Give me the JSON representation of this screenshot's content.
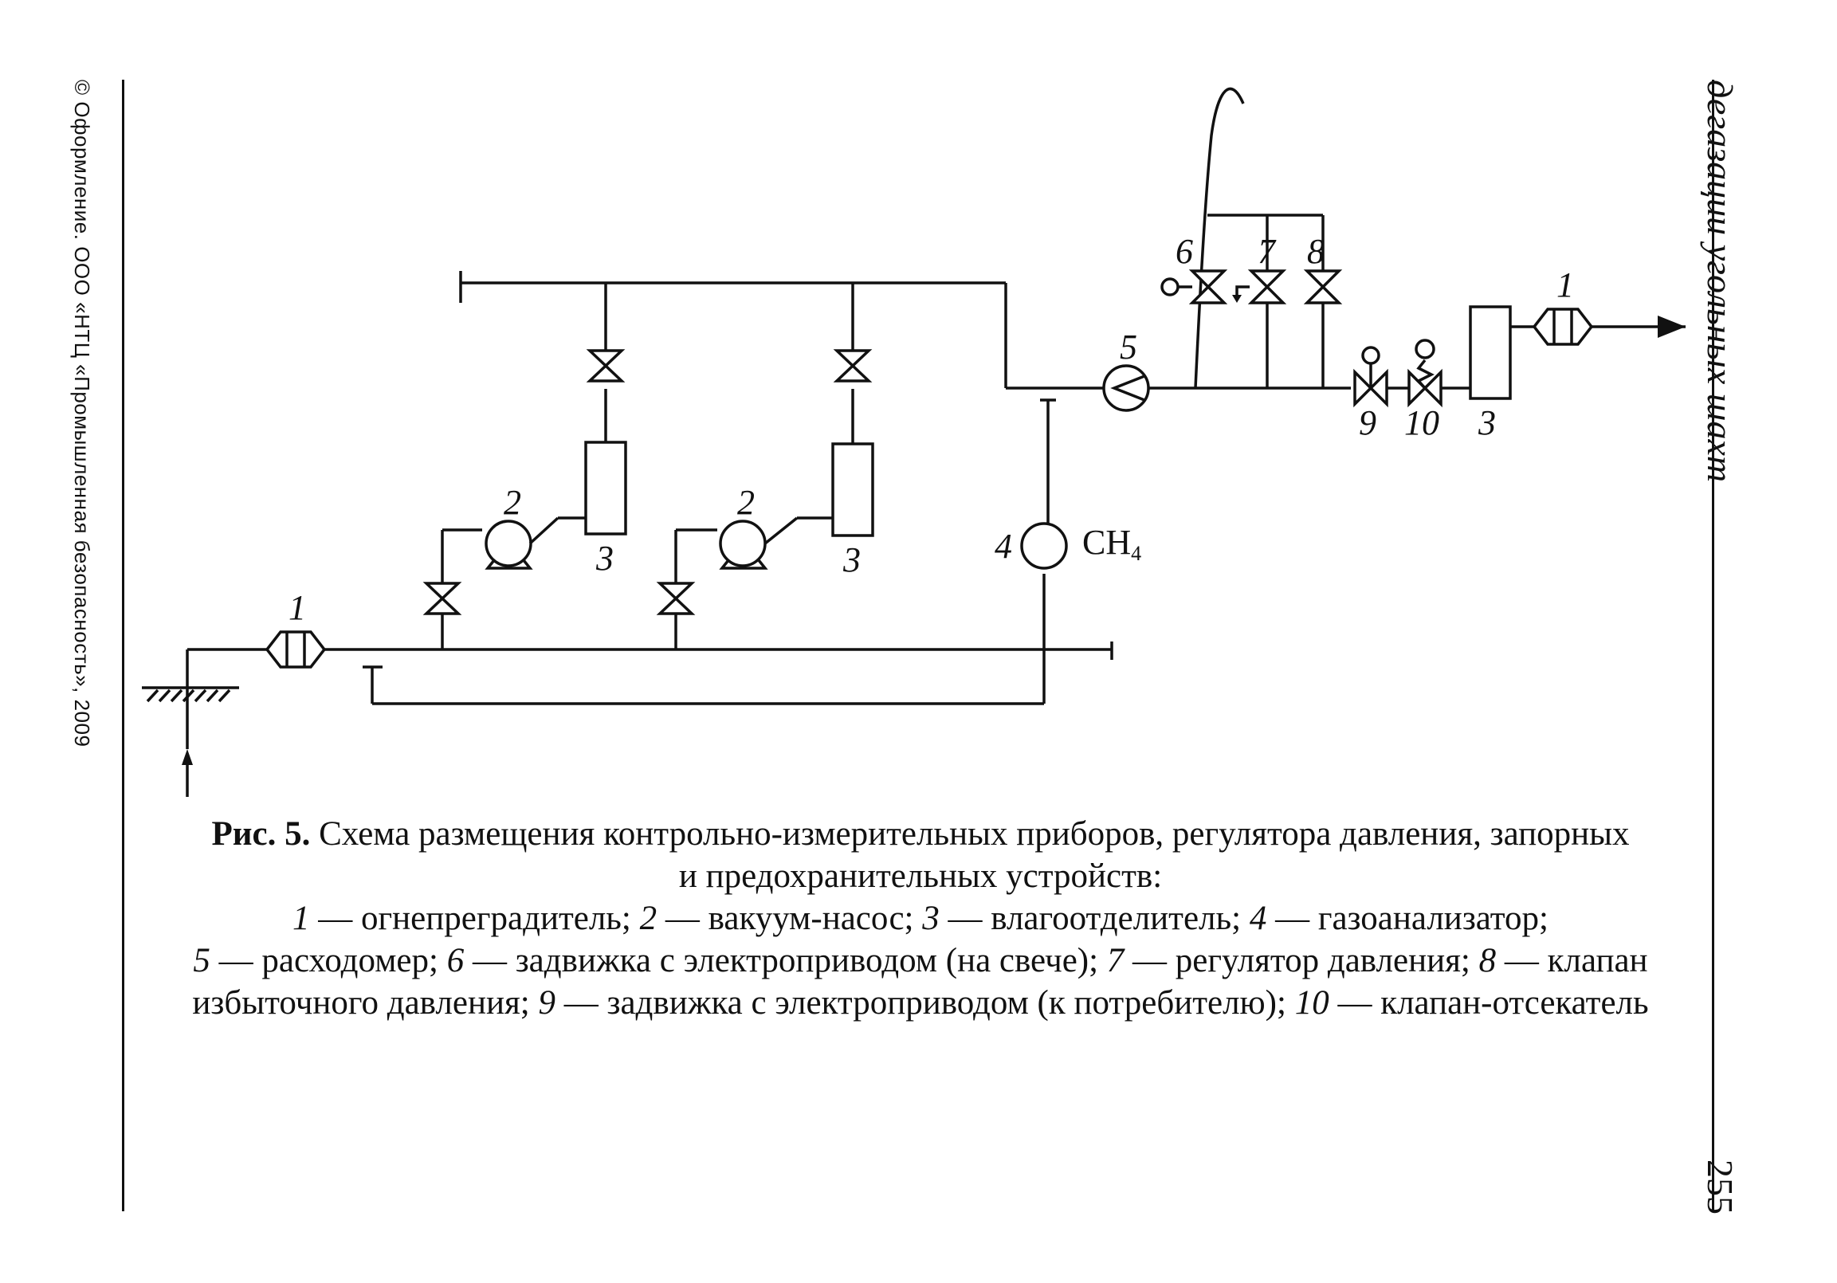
{
  "margin_note": "© Оформление. ООО «НТЦ «Промышленная безопасность», 2009",
  "running_head": "дегазации угольных шахт",
  "page_number": "255",
  "diagram": {
    "labels": {
      "arrester_left": "1",
      "pump_a": "2",
      "pump_b": "2",
      "separator_a": "3",
      "separator_b": "3",
      "analyzer": "4",
      "methane_main": "CH",
      "methane_sub": "4",
      "flowmeter": "5",
      "valve_6": "6",
      "valve_7": "7",
      "valve_8": "8",
      "valve_9": "9",
      "valve_10": "10",
      "separator_right": "3",
      "arrester_right": "1"
    }
  },
  "caption": {
    "fig": "Рис. 5.",
    "title_line1": " Схема размещения контрольно-измерительных приборов, регулятора давления, запорных",
    "title_line2": "и предохранительных устройств:",
    "n1": "1",
    "t1": " — огнепреградитель; ",
    "n2": "2",
    "t2": " — вакуум-насос; ",
    "n3": "3",
    "t3": " — влагоотделитель; ",
    "n4": "4",
    "t4": " — газоанализатор;",
    "n5": "5",
    "t5": " — расходомер; ",
    "n6": "6",
    "t6": " — задвижка с электроприводом (на свече); ",
    "n7": "7",
    "t7": " — регулятор давления; ",
    "n8": "8",
    "t8": " — клапан",
    "t8b": "избыточного давления; ",
    "n9": "9",
    "t9": " — задвижка с электроприводом (к потребителю); ",
    "n10": "10",
    "t10": " — клапан-отсекатель"
  }
}
